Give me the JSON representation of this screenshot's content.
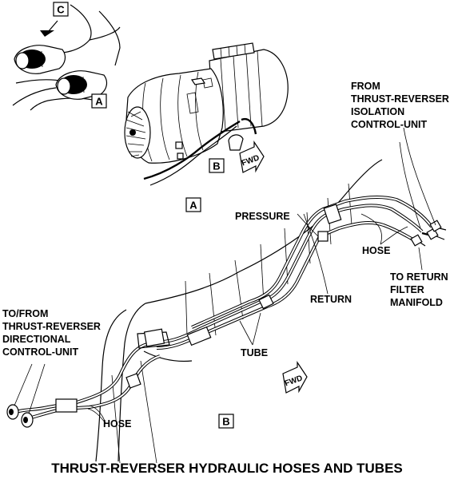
{
  "detail_labels": {
    "view_c": "C",
    "view_a_small": "A",
    "view_b_on_engine": "B",
    "view_a": "A",
    "view_b": "B"
  },
  "fwd_arrows": {
    "upper": "FWD",
    "lower": "FWD"
  },
  "callouts": {
    "from_isolation": [
      "FROM",
      "THRUST-REVERSER",
      "ISOLATION",
      "CONTROL-UNIT"
    ],
    "pressure": "PRESSURE",
    "hose_right": "HOSE",
    "to_return_filter": [
      "TO RETURN",
      "FILTER",
      "MANIFOLD"
    ],
    "return": "RETURN",
    "to_from_directional": [
      "TO/FROM",
      "THRUST-REVERSER",
      "DIRECTIONAL",
      "CONTROL-UNIT"
    ],
    "tube": "TUBE",
    "hose_left": "HOSE"
  },
  "title": "THRUST-REVERSER HYDRAULIC HOSES AND TUBES"
}
